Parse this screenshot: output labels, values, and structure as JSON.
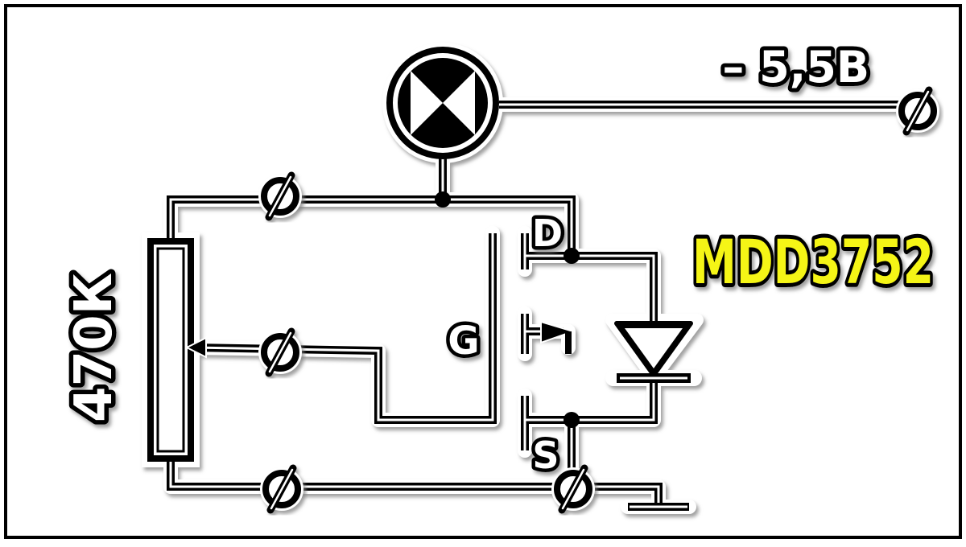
{
  "diagram": {
    "voltage_label": "– 5,5В",
    "part_number": "MDD3752",
    "resistor_label": "470К",
    "drain_label": "D",
    "gate_label": "G",
    "source_label": "S",
    "lamp_symbol": "lamp-icon",
    "terminal_symbol": "terminal-icon",
    "ground_symbol": "ground-icon",
    "colors": {
      "background": "#ffffff",
      "wire": "#000000",
      "halo": "#ffffff",
      "shadow": "#9a9a9a",
      "part_number_fill": "#f5f514",
      "frame": "#000000"
    }
  }
}
